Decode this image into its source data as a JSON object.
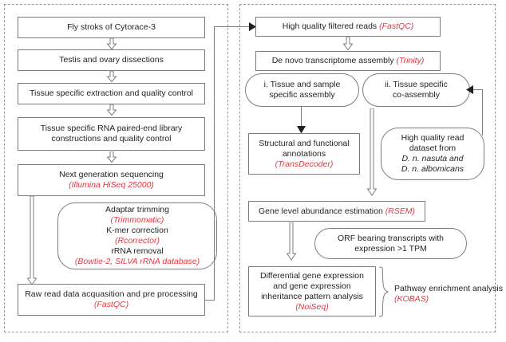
{
  "figure": {
    "title": "Transcriptome analysis workflow flowchart",
    "accent_tool_color": "#e2373f",
    "line_color": "#7d7d7d",
    "panel_border_color": "#9a9a9a",
    "text_color": "#231f20"
  },
  "left_panel": {
    "name": "wet-lab-workflow",
    "nodes": [
      {
        "id": "fly-stocks",
        "text": "Fly stroks of Cytorace-3",
        "tool": ""
      },
      {
        "id": "dissections",
        "text": "Testis and ovary dissections",
        "tool": ""
      },
      {
        "id": "extraction",
        "text": "Tissue specific extraction and quality control",
        "tool": ""
      },
      {
        "id": "library-prep",
        "line1": "Tissue specific RNA paired-end library",
        "line2": "constructions and quality control",
        "tool": ""
      },
      {
        "id": "sequencing",
        "text": "Next generation sequencing",
        "tool": "(Illumina HiSeq 25000)"
      },
      {
        "id": "preprocessing",
        "l1": "Adaptar trimming",
        "t1": "(Trimmomatic)",
        "l2": "K-mer correction",
        "t2": "(Rcorrector)",
        "l3": "rRNA removal",
        "t3": "(Bowtie-2, SILVA rRNA database)"
      },
      {
        "id": "raw-read-data",
        "text": "Raw read data acquasition and pre processing",
        "tool": "(FastQC)"
      }
    ]
  },
  "right_panel": {
    "name": "bioinformatics-workflow",
    "nodes": [
      {
        "id": "filtered-reads",
        "text": "High quality filtered reads ",
        "tool": "(FastQC)"
      },
      {
        "id": "denovo-assembly",
        "text": "De novo transcriptome assembly ",
        "tool": "(Trinity)"
      },
      {
        "id": "assembly-i",
        "line1": "i. Tissue and sample",
        "line2": "specific assembly"
      },
      {
        "id": "assembly-ii",
        "line1": "ii. Tissue specific",
        "line2": "co-assembly"
      },
      {
        "id": "annotations",
        "line1": "Structural and functional",
        "line2": "annotations",
        "tool": "(TransDecoder)"
      },
      {
        "id": "read-dataset",
        "line1": "High quality read",
        "line2": "dataset from",
        "line3": "D. n. nasuta and",
        "line4": "D. n. albomicans"
      },
      {
        "id": "abundance",
        "text": "Gene level abundance estimation ",
        "tool": "(RSEM)"
      },
      {
        "id": "orf-transcripts",
        "line1": "ORF bearing transcripts with",
        "line2": "expression >1 TPM"
      },
      {
        "id": "dge",
        "line1": "Differential gene expression",
        "line2": "and gene expression",
        "line3": "inheritance pattern analysis",
        "tool": "(NoiSeq)"
      },
      {
        "id": "pathway",
        "line1": "Pathway enrichment analysis",
        "tool": "(KOBAS)"
      }
    ]
  }
}
